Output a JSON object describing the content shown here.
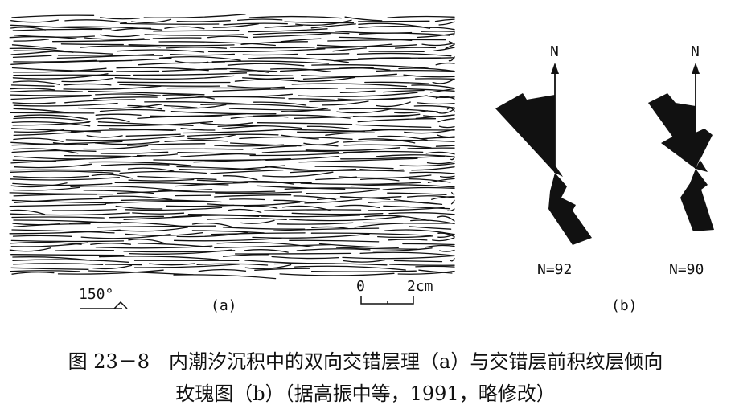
{
  "panel_a": {
    "scale_angle": "150°",
    "label": "(a)",
    "scale_zero": "0",
    "scale_len": "2cm"
  },
  "panel_b": {
    "label": "(b)",
    "roses": [
      {
        "north": "N",
        "count": "N=92"
      },
      {
        "north": "N",
        "count": "N=90"
      }
    ]
  },
  "caption": {
    "line1": "图 23－8　内潮汐沉积中的双向交错层理（a）与交错层前积纹层倾向",
    "line2": "玫瑰图（b）（据高振中等，1991，略修改）"
  }
}
